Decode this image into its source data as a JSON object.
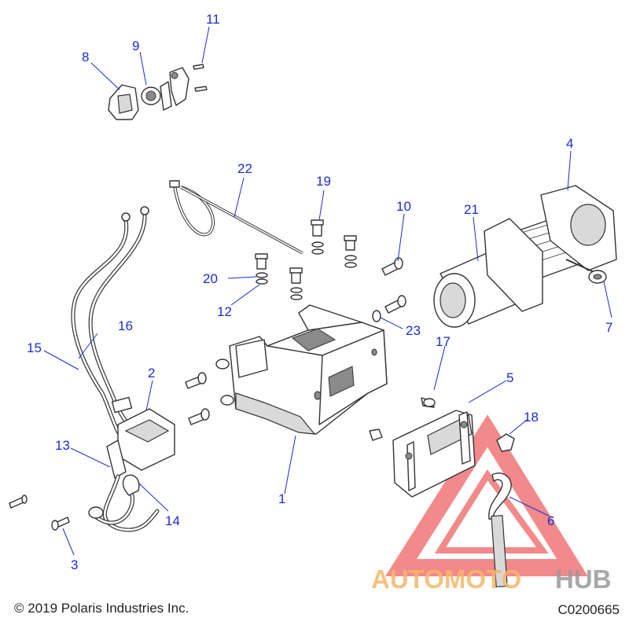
{
  "footer": {
    "copyright": "© 2019 Polaris Industries Inc.",
    "diagram_code": "C0200665"
  },
  "watermark": {
    "part1": "AUTOMOTO",
    "part2": "HUB",
    "color1": "#f5b76a",
    "color2": "#9a9a9a",
    "triangle_color": "#e8292b"
  },
  "colors": {
    "callout": "#1a2bd6",
    "line_art": "#333333"
  },
  "callouts": [
    "1",
    "2",
    "3",
    "4",
    "5",
    "6",
    "7",
    "8",
    "9",
    "10",
    "11",
    "12",
    "13",
    "14",
    "15",
    "16",
    "17",
    "18",
    "19",
    "20",
    "21",
    "22",
    "23"
  ]
}
